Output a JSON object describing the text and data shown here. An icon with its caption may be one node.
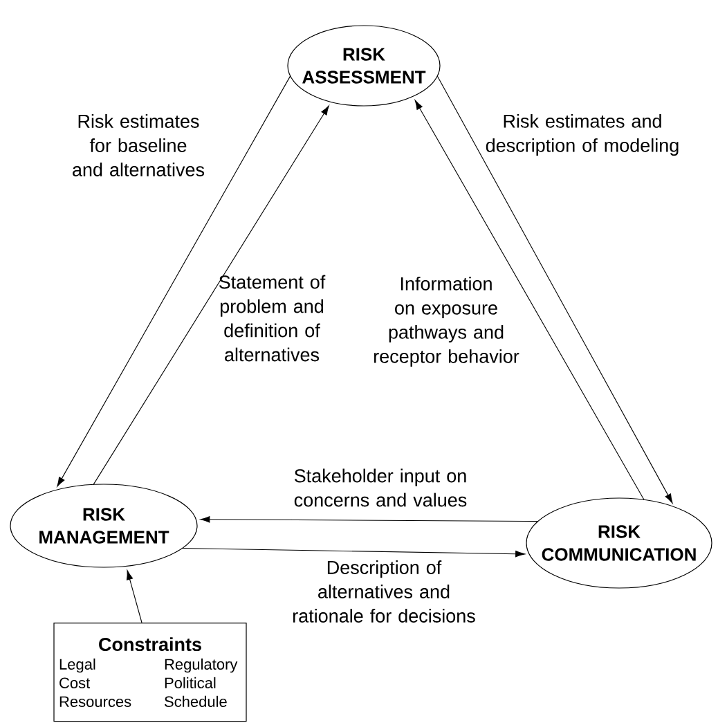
{
  "diagram": {
    "nodes": [
      {
        "text": [
          "RISK ASSESSMENT"
        ]
      },
      {
        "text": [
          "RISK MANAGEMENT"
        ]
      },
      {
        "text": [
          "RISK COMMUNICATION"
        ]
      },
      {
        "text": [
          "Constraints",
          "Legal",
          "Regulatory",
          "Cost",
          "Political",
          "Resources",
          "Schedule"
        ]
      }
    ],
    "edges": [
      {
        "from": 0,
        "to": 1,
        "arrow": "to",
        "label": "Risk estimates for baseline and alternatives"
      },
      {
        "from": 1,
        "to": 0,
        "arrow": "to",
        "label": "Statement of problem and definition of alternatives"
      },
      {
        "from": 2,
        "to": 0,
        "arrow": "to",
        "label": "Information on exposure pathways and receptor behavior"
      },
      {
        "from": 0,
        "to": 2,
        "arrow": "to",
        "label": "Risk estimates and description of modeling"
      },
      {
        "from": 2,
        "to": 1,
        "arrow": "to",
        "label": "Stakeholder input on concerns and values"
      },
      {
        "from": 1,
        "to": 2,
        "arrow": "to",
        "label": "Description of alternatives and rationale for decisions"
      },
      {
        "from": 3,
        "to": 1,
        "arrow": "to"
      }
    ]
  }
}
